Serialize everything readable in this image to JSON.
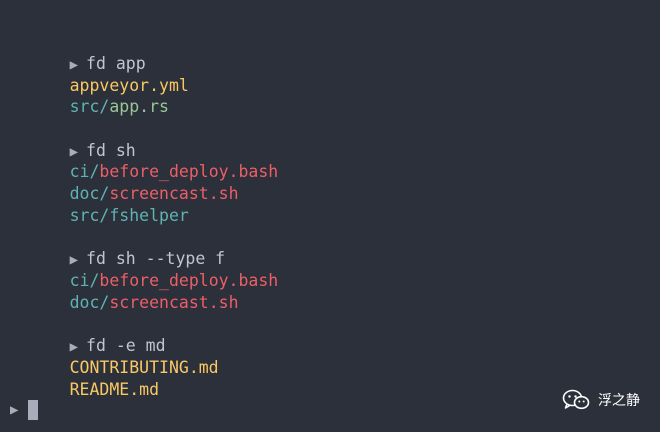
{
  "prompt_symbol": "▶",
  "blocks": [
    {
      "command": "fd app",
      "results": [
        {
          "dir": "",
          "file": "appveyor.yml",
          "color": "#fac863"
        },
        {
          "dir": "src/",
          "file": "app.rs",
          "color": "#99c794"
        }
      ]
    },
    {
      "command": "fd sh",
      "results": [
        {
          "dir": "ci/",
          "file": "before_deploy.bash",
          "color": "#ec5f67"
        },
        {
          "dir": "doc/",
          "file": "screencast.sh",
          "color": "#ec5f67"
        },
        {
          "dir": "src/",
          "file": "fshelper",
          "color": "#5fb3b3"
        }
      ]
    },
    {
      "command": "fd sh --type f",
      "results": [
        {
          "dir": "ci/",
          "file": "before_deploy.bash",
          "color": "#ec5f67"
        },
        {
          "dir": "doc/",
          "file": "screencast.sh",
          "color": "#ec5f67"
        }
      ]
    },
    {
      "command": "fd -e md",
      "results": [
        {
          "dir": "",
          "file": "CONTRIBUTING.md",
          "color": "#fac863"
        },
        {
          "dir": "",
          "file": "README.md",
          "color": "#fac863"
        }
      ]
    }
  ],
  "colors": {
    "background": "#2b303b",
    "command_text": "#c0c5ce",
    "directory": "#5fb3b3"
  },
  "watermark": {
    "icon": "wechat-icon",
    "text": "浮之静"
  }
}
